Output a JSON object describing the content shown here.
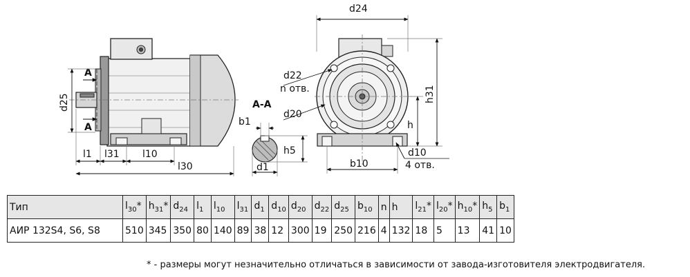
{
  "drawing": {
    "side_view": {
      "section_marker": "A",
      "labels": {
        "d25": "d25",
        "l1": "l1",
        "l31": "l31",
        "l10": "l10",
        "l30": "l30"
      }
    },
    "section": {
      "title": "A-A",
      "labels": {
        "b1": "b1",
        "h5": "h5",
        "d1": "d1"
      }
    },
    "front_view": {
      "labels": {
        "d24": "d24",
        "d22": "d22",
        "n_holes": "n отв.",
        "d20": "d20",
        "h31": "h31",
        "h": "h",
        "d10": "d10",
        "four_holes": "4 отв.",
        "b10": "b10"
      }
    }
  },
  "table": {
    "columns": [
      {
        "main": "Тип",
        "sub": "",
        "star": ""
      },
      {
        "main": "l",
        "sub": "30",
        "star": "*"
      },
      {
        "main": "h",
        "sub": "31",
        "star": "*"
      },
      {
        "main": "d",
        "sub": "24",
        "star": ""
      },
      {
        "main": "l",
        "sub": "1",
        "star": ""
      },
      {
        "main": "l",
        "sub": "10",
        "star": ""
      },
      {
        "main": "l",
        "sub": "31",
        "star": ""
      },
      {
        "main": "d",
        "sub": "1",
        "star": ""
      },
      {
        "main": "d",
        "sub": "10",
        "star": ""
      },
      {
        "main": "d",
        "sub": "20",
        "star": ""
      },
      {
        "main": "d",
        "sub": "22",
        "star": ""
      },
      {
        "main": "d",
        "sub": "25",
        "star": ""
      },
      {
        "main": "b",
        "sub": "10",
        "star": ""
      },
      {
        "main": "n",
        "sub": "",
        "star": ""
      },
      {
        "main": "h",
        "sub": "",
        "star": ""
      },
      {
        "main": "l",
        "sub": "21",
        "star": "*"
      },
      {
        "main": "l",
        "sub": "20",
        "star": "*"
      },
      {
        "main": "h",
        "sub": "10",
        "star": "*"
      },
      {
        "main": "h",
        "sub": "5",
        "star": ""
      },
      {
        "main": "b",
        "sub": "1",
        "star": ""
      }
    ],
    "rows": [
      [
        "АИР 132S4, S6, S8",
        "510",
        "345",
        "350",
        "80",
        "140",
        "89",
        "38",
        "12",
        "300",
        "19",
        "250",
        "216",
        "4",
        "132",
        "18",
        "5",
        "13",
        "41",
        "10"
      ]
    ]
  },
  "footnote": "* - размеры могут незначительно отличаться в зависимости от завода-изготовителя электродвигателя."
}
